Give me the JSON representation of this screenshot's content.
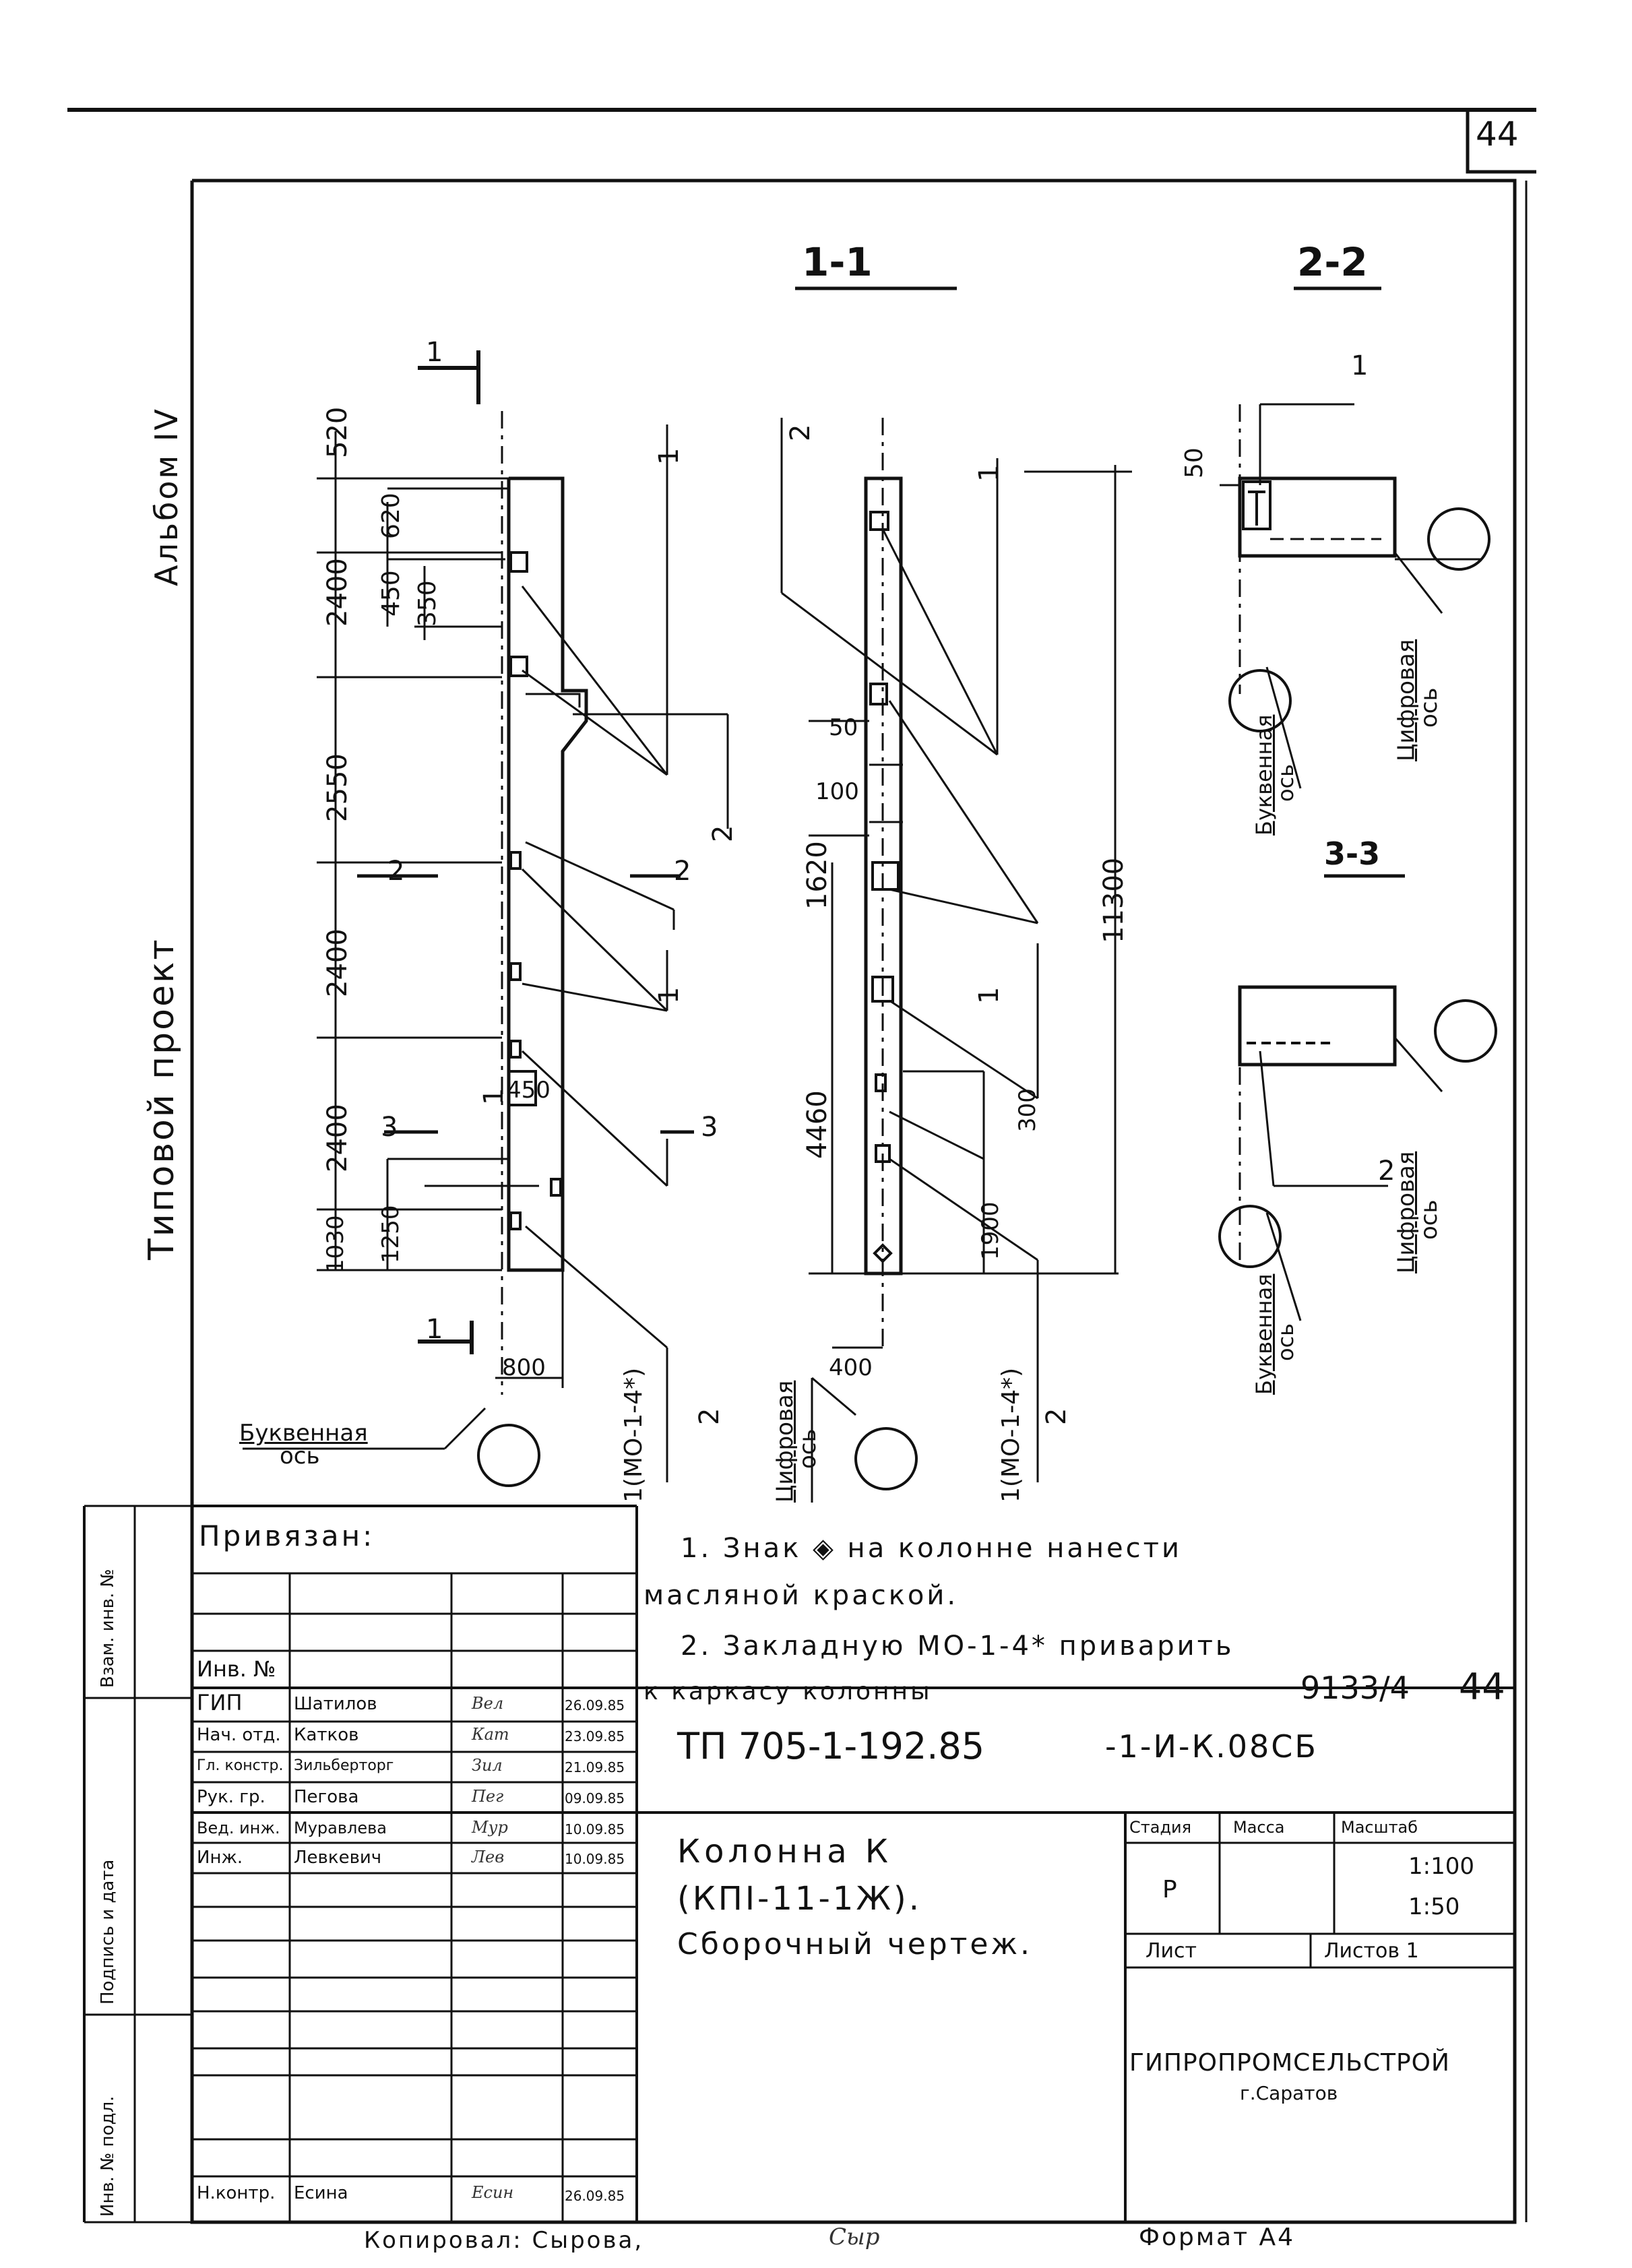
{
  "page_number": "44",
  "side_labels": {
    "album": "Альбом IV",
    "project": "Типовой проект"
  },
  "sections": {
    "s11": "1-1",
    "s22": "2-2",
    "s33": "3-3"
  },
  "dims_main": [
    "520",
    "620",
    "450",
    "2400",
    "350",
    "2550",
    "2400",
    "2400",
    "1030",
    "1250",
    "450",
    "800"
  ],
  "dims_section": [
    "50",
    "100",
    "1620",
    "4460",
    "11300",
    "300",
    "1900",
    "400"
  ],
  "small_dim": "50",
  "callouts": {
    "one": "1",
    "two": "2",
    "three": "3",
    "embedded": "1(МО-1-4*)"
  },
  "axes": {
    "letter_axis": "Буквенная ось",
    "number_axis": "Цифровая ось",
    "letter_top": "Буквенная",
    "axis_word": "ось",
    "number_top": "Цифровая"
  },
  "notes": [
    "1. Знак ◈ на колонне нанести",
    "масляной краской.",
    "2. Закладную МО-1-4* приварить",
    "к каркасу колонны"
  ],
  "doc_code": "9133/4",
  "doc_page": "44",
  "side_stamp": [
    "Взам. инв. №",
    "Подпись и дата",
    "Инв. № подл."
  ],
  "title_block": {
    "bound": "Привязан:",
    "inv_label": "Инв. №",
    "designation": "ТП 705-1-192.85",
    "designation_suffix": "-1-И-К.08СБ",
    "title_lines": [
      "Колонна К",
      "(КПI-11-1Ж).",
      "Сборочный чертеж."
    ],
    "stage_header": "Стадия",
    "mass_header": "Масса",
    "scale_header": "Масштаб",
    "stage": "Р",
    "scales": [
      "1:100",
      "1:50"
    ],
    "sheet_label": "Лист",
    "sheets_label": "Листов 1",
    "org": "ГИПРОПРОМСЕЛЬСТРОЙ",
    "city": "г.Саратов",
    "roles": [
      {
        "role": "ГИП",
        "name": "Шатилов",
        "sign": "Вел",
        "date": "26.09.85"
      },
      {
        "role": "Нач. отд.",
        "name": "Катков",
        "sign": "Кат",
        "date": "23.09.85"
      },
      {
        "role": "Гл. констр.",
        "name": "Зильберторг",
        "sign": "Зил",
        "date": "21.09.85"
      },
      {
        "role": "Рук. гр.",
        "name": "Пегова",
        "sign": "Пег",
        "date": "09.09.85"
      },
      {
        "role": "Вед. инж.",
        "name": "Муравлева",
        "sign": "Мур",
        "date": "10.09.85"
      },
      {
        "role": "Инж.",
        "name": "Левкевич",
        "sign": "Лев",
        "date": "10.09.85"
      }
    ],
    "control": {
      "role": "Н.контр.",
      "name": "Есина",
      "sign": "Есин",
      "date": "26.09.85"
    }
  },
  "footer": {
    "copied": "Копировал: Сырова,",
    "copied_sign": "Сыр",
    "format": "Формат А4"
  }
}
